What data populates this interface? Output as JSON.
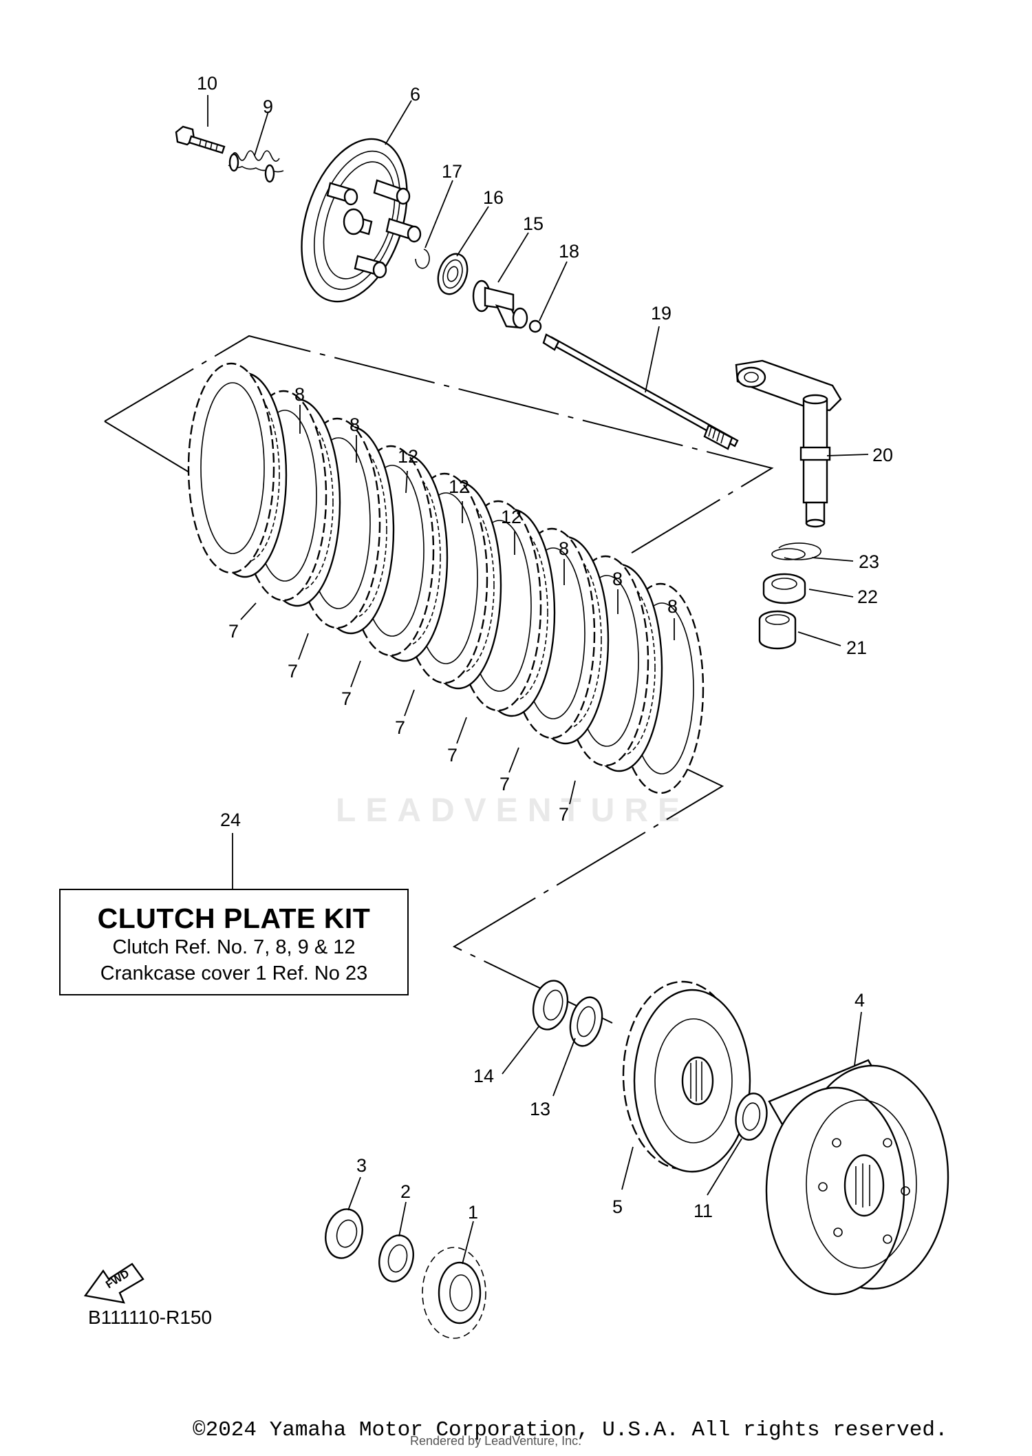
{
  "diagram": {
    "callouts": {
      "p1": "1",
      "p2": "2",
      "p3": "3",
      "p4": "4",
      "p5": "5",
      "p6": "6",
      "p7": "7",
      "p8": "8",
      "p9": "9",
      "p10": "10",
      "p11": "11",
      "p12": "12",
      "p13": "13",
      "p14": "14",
      "p15": "15",
      "p16": "16",
      "p17": "17",
      "p18": "18",
      "p19": "19",
      "p20": "20",
      "p21": "21",
      "p22": "22",
      "p23": "23",
      "p24": "24"
    },
    "fwd_label": "FWD",
    "ref_code": "B111110-R150"
  },
  "kit": {
    "title": "CLUTCH PLATE KIT",
    "line1": "Clutch Ref. No. 7, 8, 9 & 12",
    "line2": "Crankcase cover 1 Ref. No 23"
  },
  "watermark": "LEADVENTURE",
  "footer": {
    "copyright": "©2024 Yamaha Motor Corporation, U.S.A. All rights reserved.",
    "rendered_by": "Rendered by LeadVenture, Inc."
  }
}
